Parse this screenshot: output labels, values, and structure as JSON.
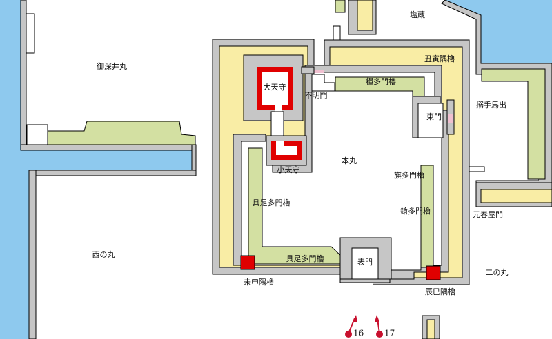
{
  "colors": {
    "water": "#8ec9ee",
    "wall": "#c6c6c6",
    "yellow_band": "#f9eda5",
    "green_band": "#d3e0a2",
    "tenshu_red": "#e00000",
    "bridge_pink": "#f0c0d0",
    "marker": "#c8102e"
  },
  "labels": {
    "ofukei_maru": "御深井丸",
    "nishi_no_maru": "西の丸",
    "shiogura": "塩蔵",
    "ushitora_sumi_yagura": "丑寅隅櫓",
    "kate_tamon_yagura": "糧多門櫓",
    "dai_tenshu": "大天守",
    "fumei_mon": "不明門",
    "higashi_mon": "東門",
    "karamete_umadashi": "搦手馬出",
    "honmaru": "本丸",
    "sho_tenshu": "小天守",
    "hata_tamon_yagura": "旗多門櫓",
    "gusoku_tamon_yagura_west": "具足多門櫓",
    "yari_tamon_yagura": "鎗多門櫓",
    "moto_tsukiya_mon": "元春屋門",
    "gusoku_tamon_yagura_south": "具足多門櫓",
    "omote_mon": "表門",
    "ni_no_maru": "二の丸",
    "hitsujisaru_sumi_yagura": "未申隅櫓",
    "tatsumi_sumi_yagura": "辰巳隅櫓"
  },
  "markers": [
    {
      "number": "16",
      "icon": "viewpoint-arrow-icon"
    },
    {
      "number": "17",
      "icon": "viewpoint-arrow-icon"
    }
  ]
}
